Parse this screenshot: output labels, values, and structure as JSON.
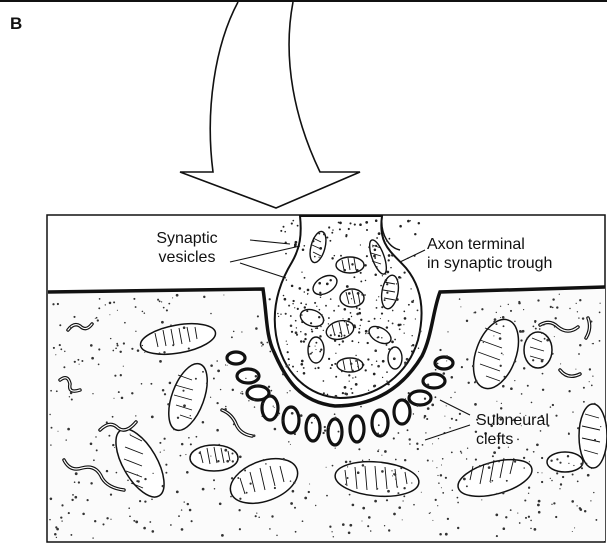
{
  "panel": {
    "letter": "B"
  },
  "labels": {
    "synaptic_vesicles": {
      "line1": "Synaptic",
      "line2": "vesicles"
    },
    "axon_terminal": {
      "line1": "Axon terminal",
      "line2": "in synaptic trough"
    },
    "subneural_clefts": {
      "line1": "Subneural",
      "line2": "clefts"
    }
  },
  "colors": {
    "ink": "#111111",
    "background": "#ffffff",
    "dots": "#333333"
  }
}
